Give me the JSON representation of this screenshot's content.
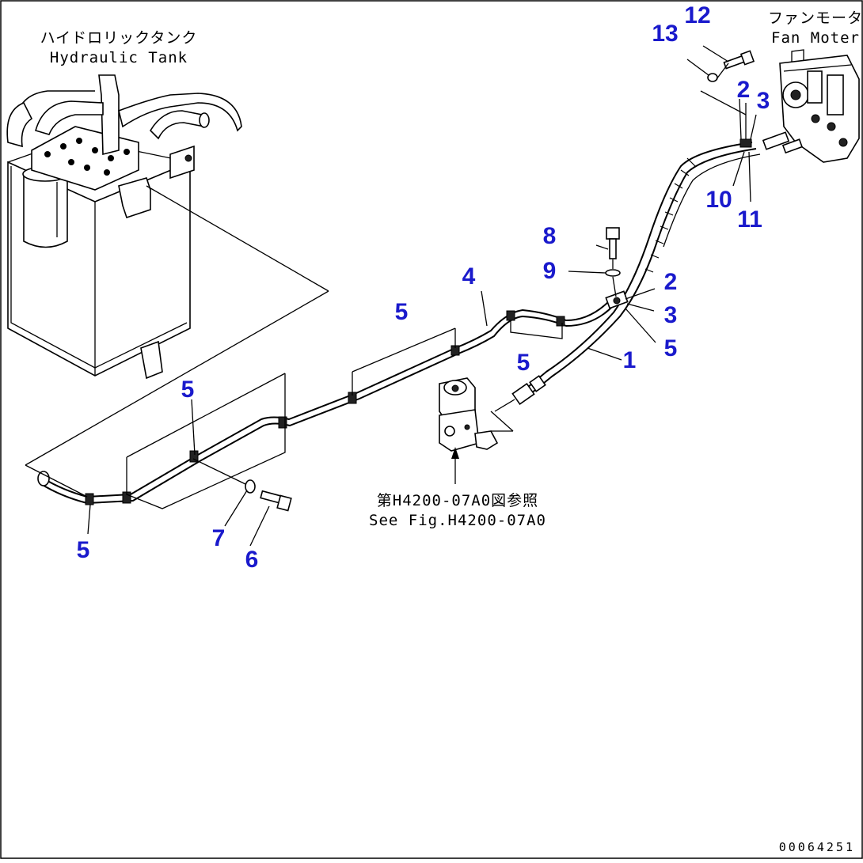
{
  "tank_caption": {
    "jp": "ハイドロリックタンク",
    "en": "Hydraulic Tank"
  },
  "motor_caption": {
    "jp": "ファンモータ",
    "en": "Fan Moter"
  },
  "reference": {
    "jp": "第H4200-07A0図参照",
    "en": "See Fig.H4200-07A0"
  },
  "drawing_number": "00064251",
  "label_color": "#1a1acc",
  "callouts": {
    "c1": "1",
    "c2a": "2",
    "c2b": "2",
    "c3a": "3",
    "c3b": "3",
    "c4": "4",
    "c5a": "5",
    "c5b": "5",
    "c5c": "5",
    "c5d": "5",
    "c5e": "5",
    "c6": "6",
    "c7": "7",
    "c8": "8",
    "c9": "9",
    "c10": "10",
    "c11": "11",
    "c12": "12",
    "c13": "13"
  }
}
